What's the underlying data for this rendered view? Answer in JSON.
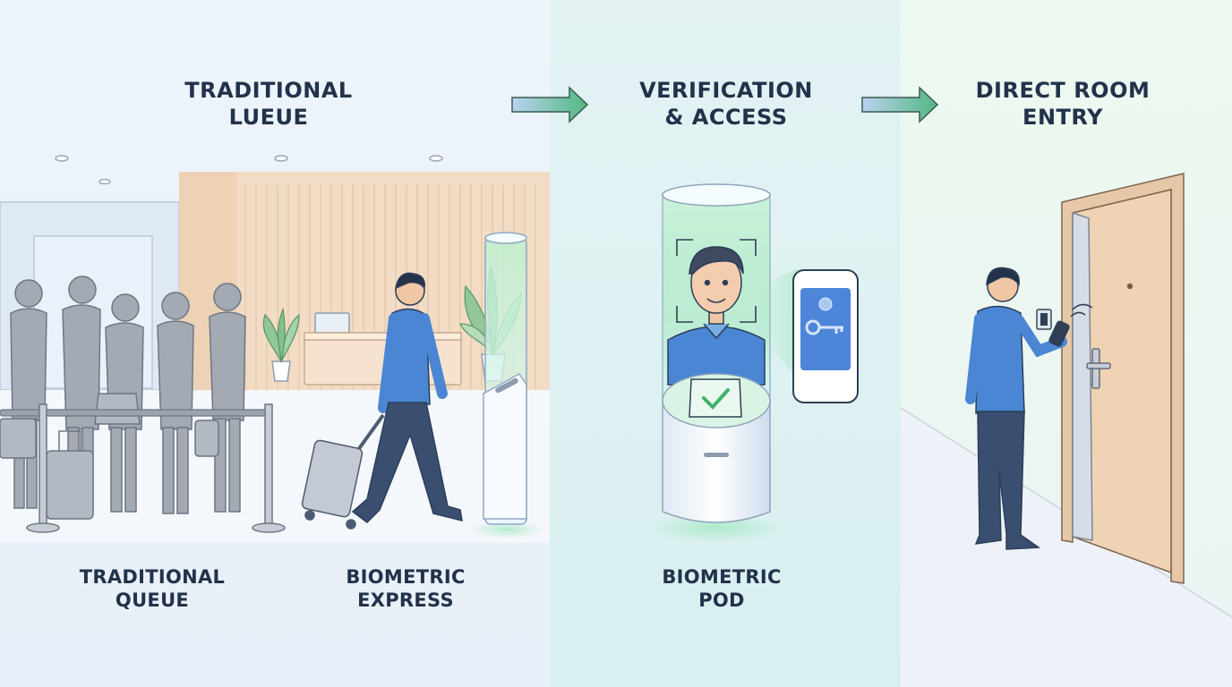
{
  "stages": [
    {
      "heading_line1": "TRADITIONAL",
      "heading_line2": "LUEUE"
    },
    {
      "heading_line1": "VERIFICATION",
      "heading_line2": "& ACCESS"
    },
    {
      "heading_line1": "DIRECT ROOM",
      "heading_line2": "ENTRY"
    }
  ],
  "captions": {
    "queue": {
      "line1": "TRADITIONAL",
      "line2": "QUEUE"
    },
    "express": {
      "line1": "BIOMETRIC",
      "line2": "EXPRESS"
    },
    "pod": {
      "line1": "BIOMETRIC",
      "line2": "POD"
    }
  },
  "colors": {
    "heading_text": "#22324a",
    "arrow_start": "#a8c8e8",
    "arrow_end": "#4caf7a",
    "shirt_blue": "#4a86d4",
    "pants_navy": "#3a4f70",
    "scan_green": "#7be0a0",
    "door_wood": "#f0d2b4",
    "queue_gray": "#9aa2ad"
  },
  "icons": [
    "flow-arrow-icon",
    "face-scan-icon",
    "checkmark-icon",
    "key-icon",
    "user-icon",
    "plant-icon",
    "suitcase-icon",
    "smartphone-icon",
    "door-icon"
  ]
}
